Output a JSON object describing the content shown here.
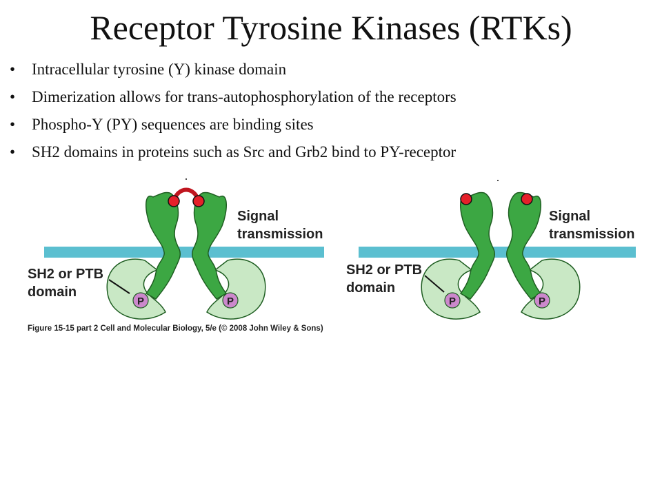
{
  "slide": {
    "title": "Receptor Tyrosine Kinases (RTKs)",
    "bullets": [
      "Intracellular tyrosine (Y) kinase domain",
      "Dimerization allows for trans-autophosphorylation of the receptors",
      "Phospho-Y (PY) sequences are binding sites",
      "SH2 domains in proteins such as Src and Grb2 bind to PY-receptor"
    ]
  },
  "figure": {
    "left_panel": {
      "signal_label_line1": "Signal",
      "signal_label_line2": "transmission",
      "domain_label_line1": "SH2 or PTB",
      "domain_label_line2": "domain",
      "phospho_label_a": "P",
      "phospho_label_b": "P"
    },
    "right_panel": {
      "signal_label_line1": "Signal",
      "signal_label_line2": "transmission",
      "domain_label_line1": "SH2 or PTB",
      "domain_label_line2": "domain",
      "phospho_label_a": "P",
      "phospho_label_b": "P"
    },
    "caption": "Figure 15-15 part 2  Cell and Molecular Biology, 5/e (© 2008 John Wiley & Sons)",
    "colors": {
      "membrane": "#5bbfd0",
      "receptor": "#3ca743",
      "receptor_outline": "#1f5e22",
      "sh2_domain": "#c9e8c5",
      "ligand": "#e5202a",
      "phospho": "#cc88cc"
    }
  }
}
